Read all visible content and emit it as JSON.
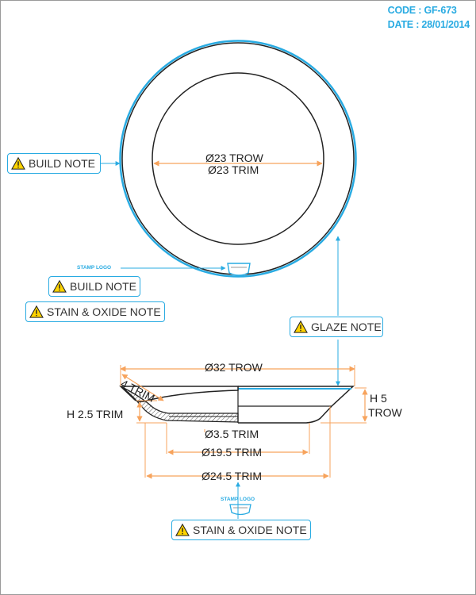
{
  "header": {
    "code": "CODE : GF-673",
    "date": "DATE : 28/01/2014"
  },
  "top_view": {
    "inner_dim_1": "Ø23 TROW",
    "inner_dim_2": "Ø23 TRIM",
    "stamp_label": "STAMP LOGO"
  },
  "notes": {
    "build_note_1": "BUILD NOTE",
    "build_note_2": "BUILD NOTE",
    "stain_note_1": "STAIN & OXIDE NOTE",
    "glaze_note": "GLAZE NOTE",
    "stain_note_2": "STAIN & OXIDE NOTE"
  },
  "section_view": {
    "dim_overall": "Ø32 TROW",
    "dim_rim_trim": "4 TRIM",
    "dim_h_trim": "H 2.5 TRIM",
    "dim_h_trow_1": "H 5",
    "dim_h_trow_2": "TROW",
    "dim_foot": "Ø3.5 TRIM",
    "dim_base": "Ø19.5 TRIM",
    "dim_trim": "Ø24.5 TRIM",
    "stamp_label": "STAMP LOGO"
  },
  "colors": {
    "accent": "#29abe2",
    "dimension": "#f7a35c",
    "line": "#222222"
  }
}
